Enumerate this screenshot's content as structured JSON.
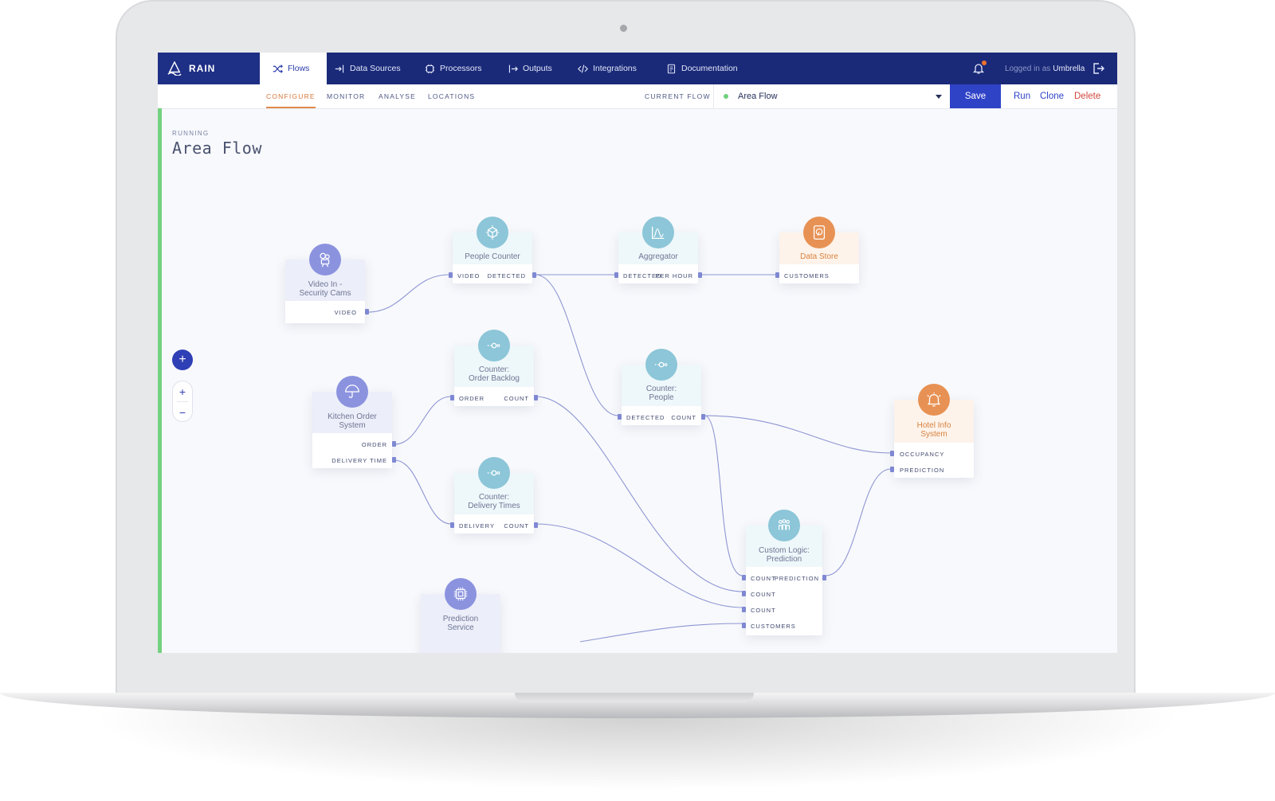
{
  "app": {
    "brand": "RAIN",
    "nav": [
      {
        "label": "Flows",
        "icon": "shuffle-icon",
        "active": true
      },
      {
        "label": "Data Sources",
        "icon": "import-icon",
        "active": false
      },
      {
        "label": "Processors",
        "icon": "cpu-icon",
        "active": false
      },
      {
        "label": "Outputs",
        "icon": "export-icon",
        "active": false
      },
      {
        "label": "Integrations",
        "icon": "code-icon",
        "active": false
      },
      {
        "label": "Documentation",
        "icon": "document-icon",
        "active": false
      }
    ],
    "login": {
      "prefix": "Logged in as",
      "user": "Umbrella"
    }
  },
  "subnav": {
    "tabs": [
      {
        "label": "CONFIGURE",
        "active": true
      },
      {
        "label": "MONITOR",
        "active": false
      },
      {
        "label": "ANALYSE",
        "active": false
      },
      {
        "label": "LOCATIONS",
        "active": false
      }
    ],
    "current_flow_label": "CURRENT FLOW",
    "current_flow_value": "Area Flow",
    "actions": {
      "save": "Save",
      "run": "Run",
      "clone": "Clone",
      "delete": "Delete"
    }
  },
  "flow": {
    "status": "RUNNING",
    "title": "Area Flow",
    "nodes": {
      "video_in": {
        "title": "Video In -\nSecurity Cams",
        "outputs": [
          "VIDEO"
        ]
      },
      "people_counter": {
        "title": "People Counter",
        "inputs": [
          "VIDEO"
        ],
        "outputs": [
          "DETECTED"
        ]
      },
      "aggregator": {
        "title": "Aggregator",
        "inputs": [
          "DETECTED"
        ],
        "outputs": [
          "PER HOUR"
        ]
      },
      "data_store": {
        "title": "Data Store",
        "inputs": [
          "CUSTOMERS"
        ]
      },
      "counter_order_backlog": {
        "title": "Counter:\nOrder Backlog",
        "inputs": [
          "ORDER"
        ],
        "outputs": [
          "COUNT"
        ]
      },
      "kitchen_order": {
        "title": "Kitchen Order\nSystem",
        "outputs": [
          "ORDER",
          "DELIVERY TIME"
        ]
      },
      "counter_people": {
        "title": "Counter:\nPeople",
        "inputs": [
          "DETECTED"
        ],
        "outputs": [
          "COUNT"
        ]
      },
      "hotel_info": {
        "title": "Hotel Info\nSystem",
        "inputs": [
          "OCCUPANCY",
          "PREDICTION"
        ]
      },
      "counter_delivery_times": {
        "title": "Counter:\nDelivery Times",
        "inputs": [
          "DELIVERY"
        ],
        "outputs": [
          "COUNT"
        ]
      },
      "custom_logic": {
        "title": "Custom Logic:\nPrediction",
        "inputs": [
          "COUNT",
          "COUNT",
          "COUNT",
          "CUSTOMERS"
        ],
        "outputs": [
          "PREDICTION"
        ]
      },
      "prediction_service": {
        "title": "Prediction\nService"
      }
    }
  },
  "colors": {
    "navy": "#1a2a78",
    "accent": "#2f43c7",
    "configure_tab": "#d9773a",
    "delete": "#d2453d",
    "running": "#73d17f",
    "node_teal": "#8cc6d8",
    "node_purple": "#8b93df",
    "node_orange": "#e79254",
    "edge": "#8e96d4"
  }
}
